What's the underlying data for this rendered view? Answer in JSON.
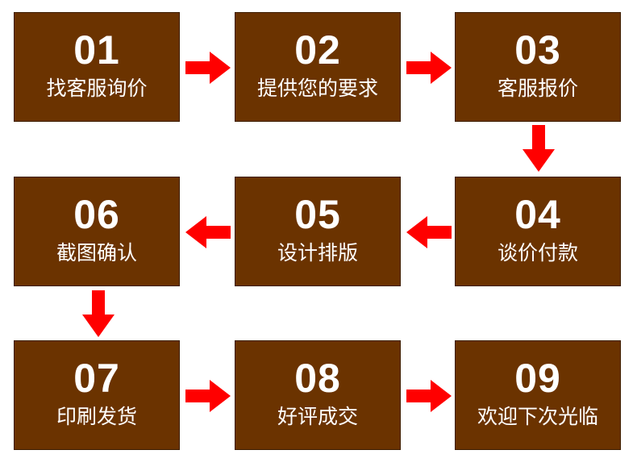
{
  "arrow_color": "#ff0000",
  "box_color": "#6b3300",
  "steps": [
    {
      "num": "01",
      "label": "找客服询价"
    },
    {
      "num": "02",
      "label": "提供您的要求"
    },
    {
      "num": "03",
      "label": "客服报价"
    },
    {
      "num": "04",
      "label": "谈价付款"
    },
    {
      "num": "05",
      "label": "设计排版"
    },
    {
      "num": "06",
      "label": "截图确认"
    },
    {
      "num": "07",
      "label": "印刷发货"
    },
    {
      "num": "08",
      "label": "好评成交"
    },
    {
      "num": "09",
      "label": "欢迎下次光临"
    }
  ]
}
